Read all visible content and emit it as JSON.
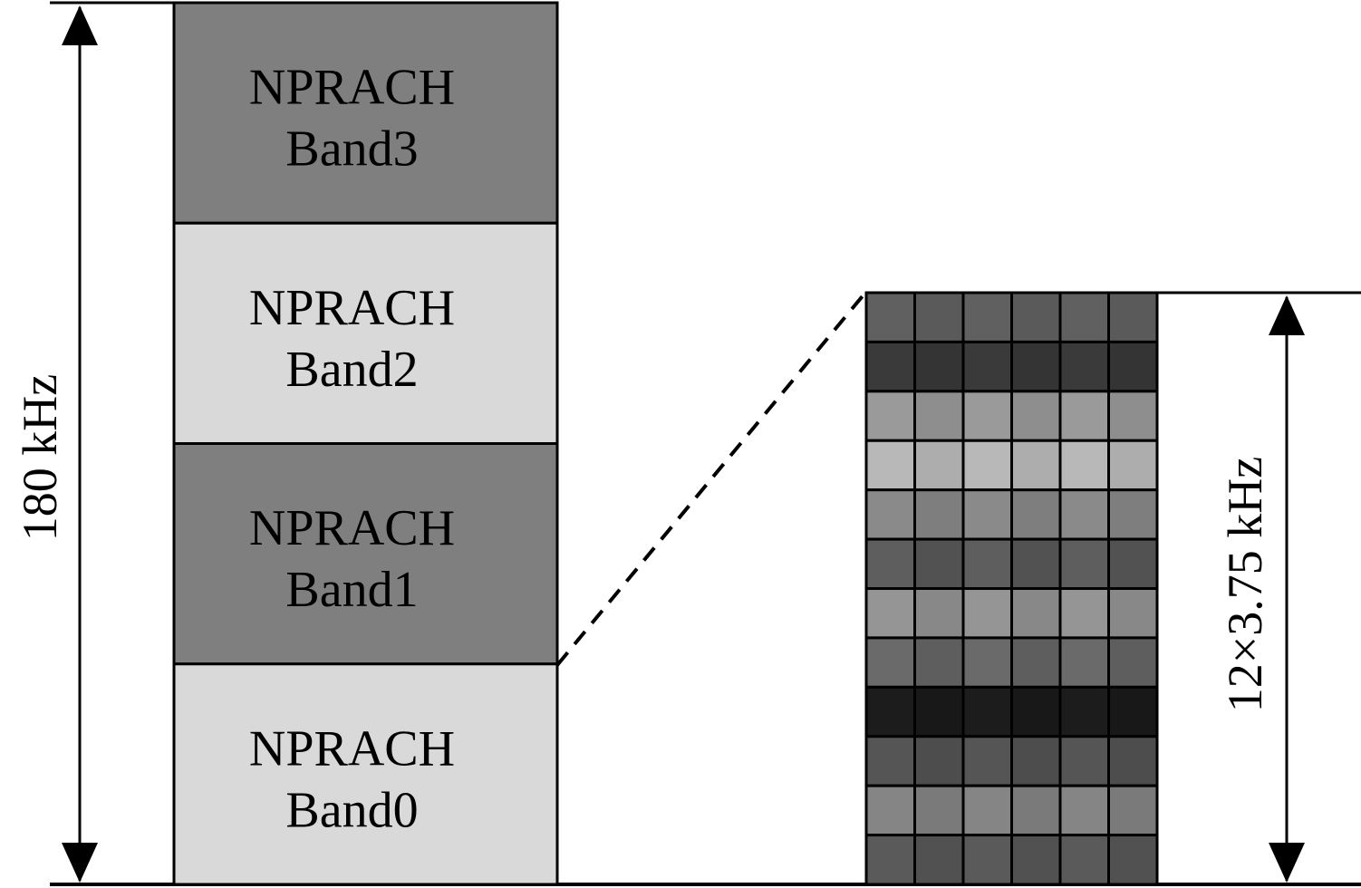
{
  "bandwidth_label": "180 kHz",
  "subcarrier_label": "12×3.75 kHz",
  "bands": [
    {
      "line1": "NPRACH",
      "line2": "Band3",
      "fill": "#7f7f7f"
    },
    {
      "line1": "NPRACH",
      "line2": "Band2",
      "fill": "#d9d9d9"
    },
    {
      "line1": "NPRACH",
      "line2": "Band1",
      "fill": "#7f7f7f"
    },
    {
      "line1": "NPRACH",
      "line2": "Band0",
      "fill": "#d9d9d9"
    }
  ],
  "subcarrier_grid": {
    "columns": 6,
    "row_fills": [
      "#606060",
      "#3a3a3a",
      "#9a9a9a",
      "#b8b8b8",
      "#8a8a8a",
      "#5e5e5e",
      "#959595",
      "#6a6a6a",
      "#1c1c1c",
      "#555555",
      "#858585",
      "#5a5a5a"
    ],
    "alt_row_fills": [
      "#5a5a5a",
      "#343434",
      "#8e8e8e",
      "#adadad",
      "#7e7e7e",
      "#525252",
      "#888888",
      "#5e5e5e",
      "#181818",
      "#4d4d4d",
      "#7a7a7a",
      "#515151"
    ]
  }
}
